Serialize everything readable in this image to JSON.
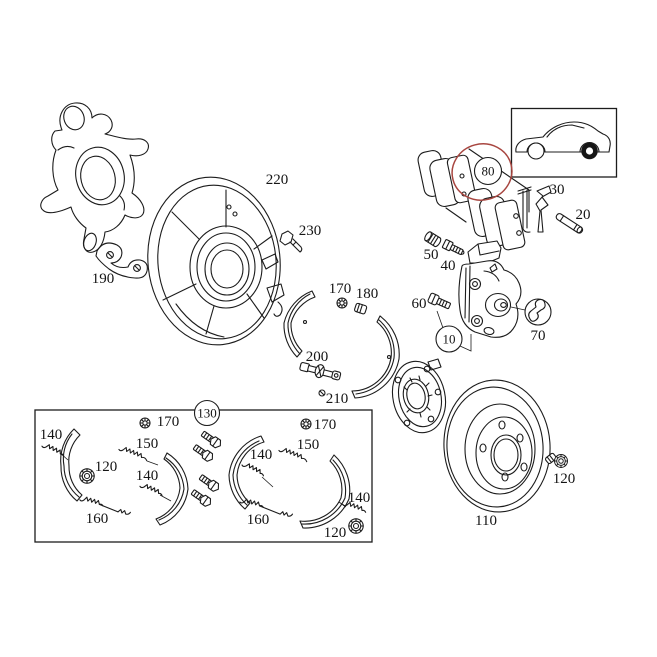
{
  "diagram_type": "rear-axle brake exploded parts diagram",
  "colors": {
    "line": "#1c1c1c",
    "highlight_circle": "#a84640",
    "background": "#ffffff",
    "car_rear_wheel_fill": "#161616"
  },
  "labels": {
    "knuckle": "190",
    "backing_plate": "220",
    "bolt_230": "230",
    "pads": "80",
    "clip_30": "30",
    "pin_20": "20",
    "cap_50": "50",
    "bleeder_40": "40",
    "bolt_60": "60",
    "caliper_10": "10",
    "tool_70": "70",
    "nut_170": "170",
    "sleeve_180": "180",
    "adjuster_200": "200",
    "screw_210": "210",
    "disc_110": "110",
    "screw_120": "120",
    "kit_130": "130",
    "kit": {
      "left": {
        "spring_140": "140",
        "nut_170": "170",
        "spring_150": "150",
        "cap_120": "120",
        "spring_140b": "140",
        "spring_160": "160"
      },
      "right": {
        "nut_170": "170",
        "spring_150": "150",
        "spring_140": "140",
        "spring_160": "160",
        "spring_140b": "140",
        "cap_120": "120"
      }
    }
  }
}
